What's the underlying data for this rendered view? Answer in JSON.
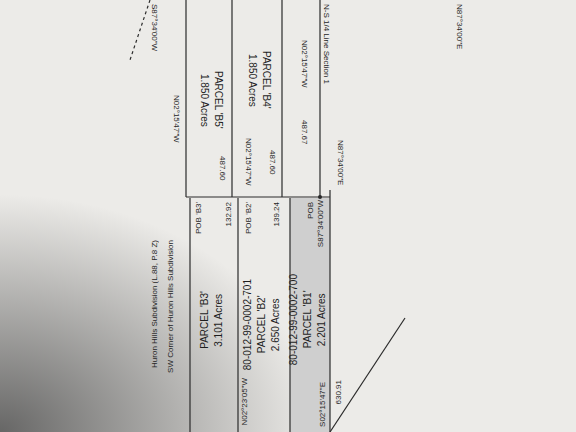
{
  "diagram": {
    "nodes": [
      {
        "text": [
          "PARCEL 'B5'",
          "1.850 Acres"
        ]
      },
      {
        "text": [
          "PARCEL 'B4'",
          "1.850 Acres"
        ]
      },
      {
        "text": [
          "80-012-99-0002-700",
          "PARCEL 'B1'",
          "2.201 Acres"
        ]
      },
      {
        "text": [
          "80-012-99-0002-701",
          "PARCEL 'B2'",
          "2.650 Acres"
        ]
      },
      {
        "text": [
          "PARCEL 'B3'",
          "3.101 Acres"
        ]
      }
    ],
    "labels": [
      "S87°34'00\"W",
      "N02°15'47\"W",
      "487.60",
      "N02°15'47\"W",
      "487.60",
      "N02°15'47\"W",
      "487.67",
      "N-S 1/4 Line Section 1",
      "N87°34'00\"E",
      "N87°34'00\"E",
      "POB 'B3'",
      "132.92",
      "POB 'B2'",
      "139.24",
      "POB",
      "S87°34'00\"W",
      "N02°23'05\"W",
      "S02°15'47\"E",
      "630.91",
      "SW Corner of Huron Hills Subdivision",
      "Huron Hills Subdivision (L.88, P.8 Z)"
    ]
  }
}
